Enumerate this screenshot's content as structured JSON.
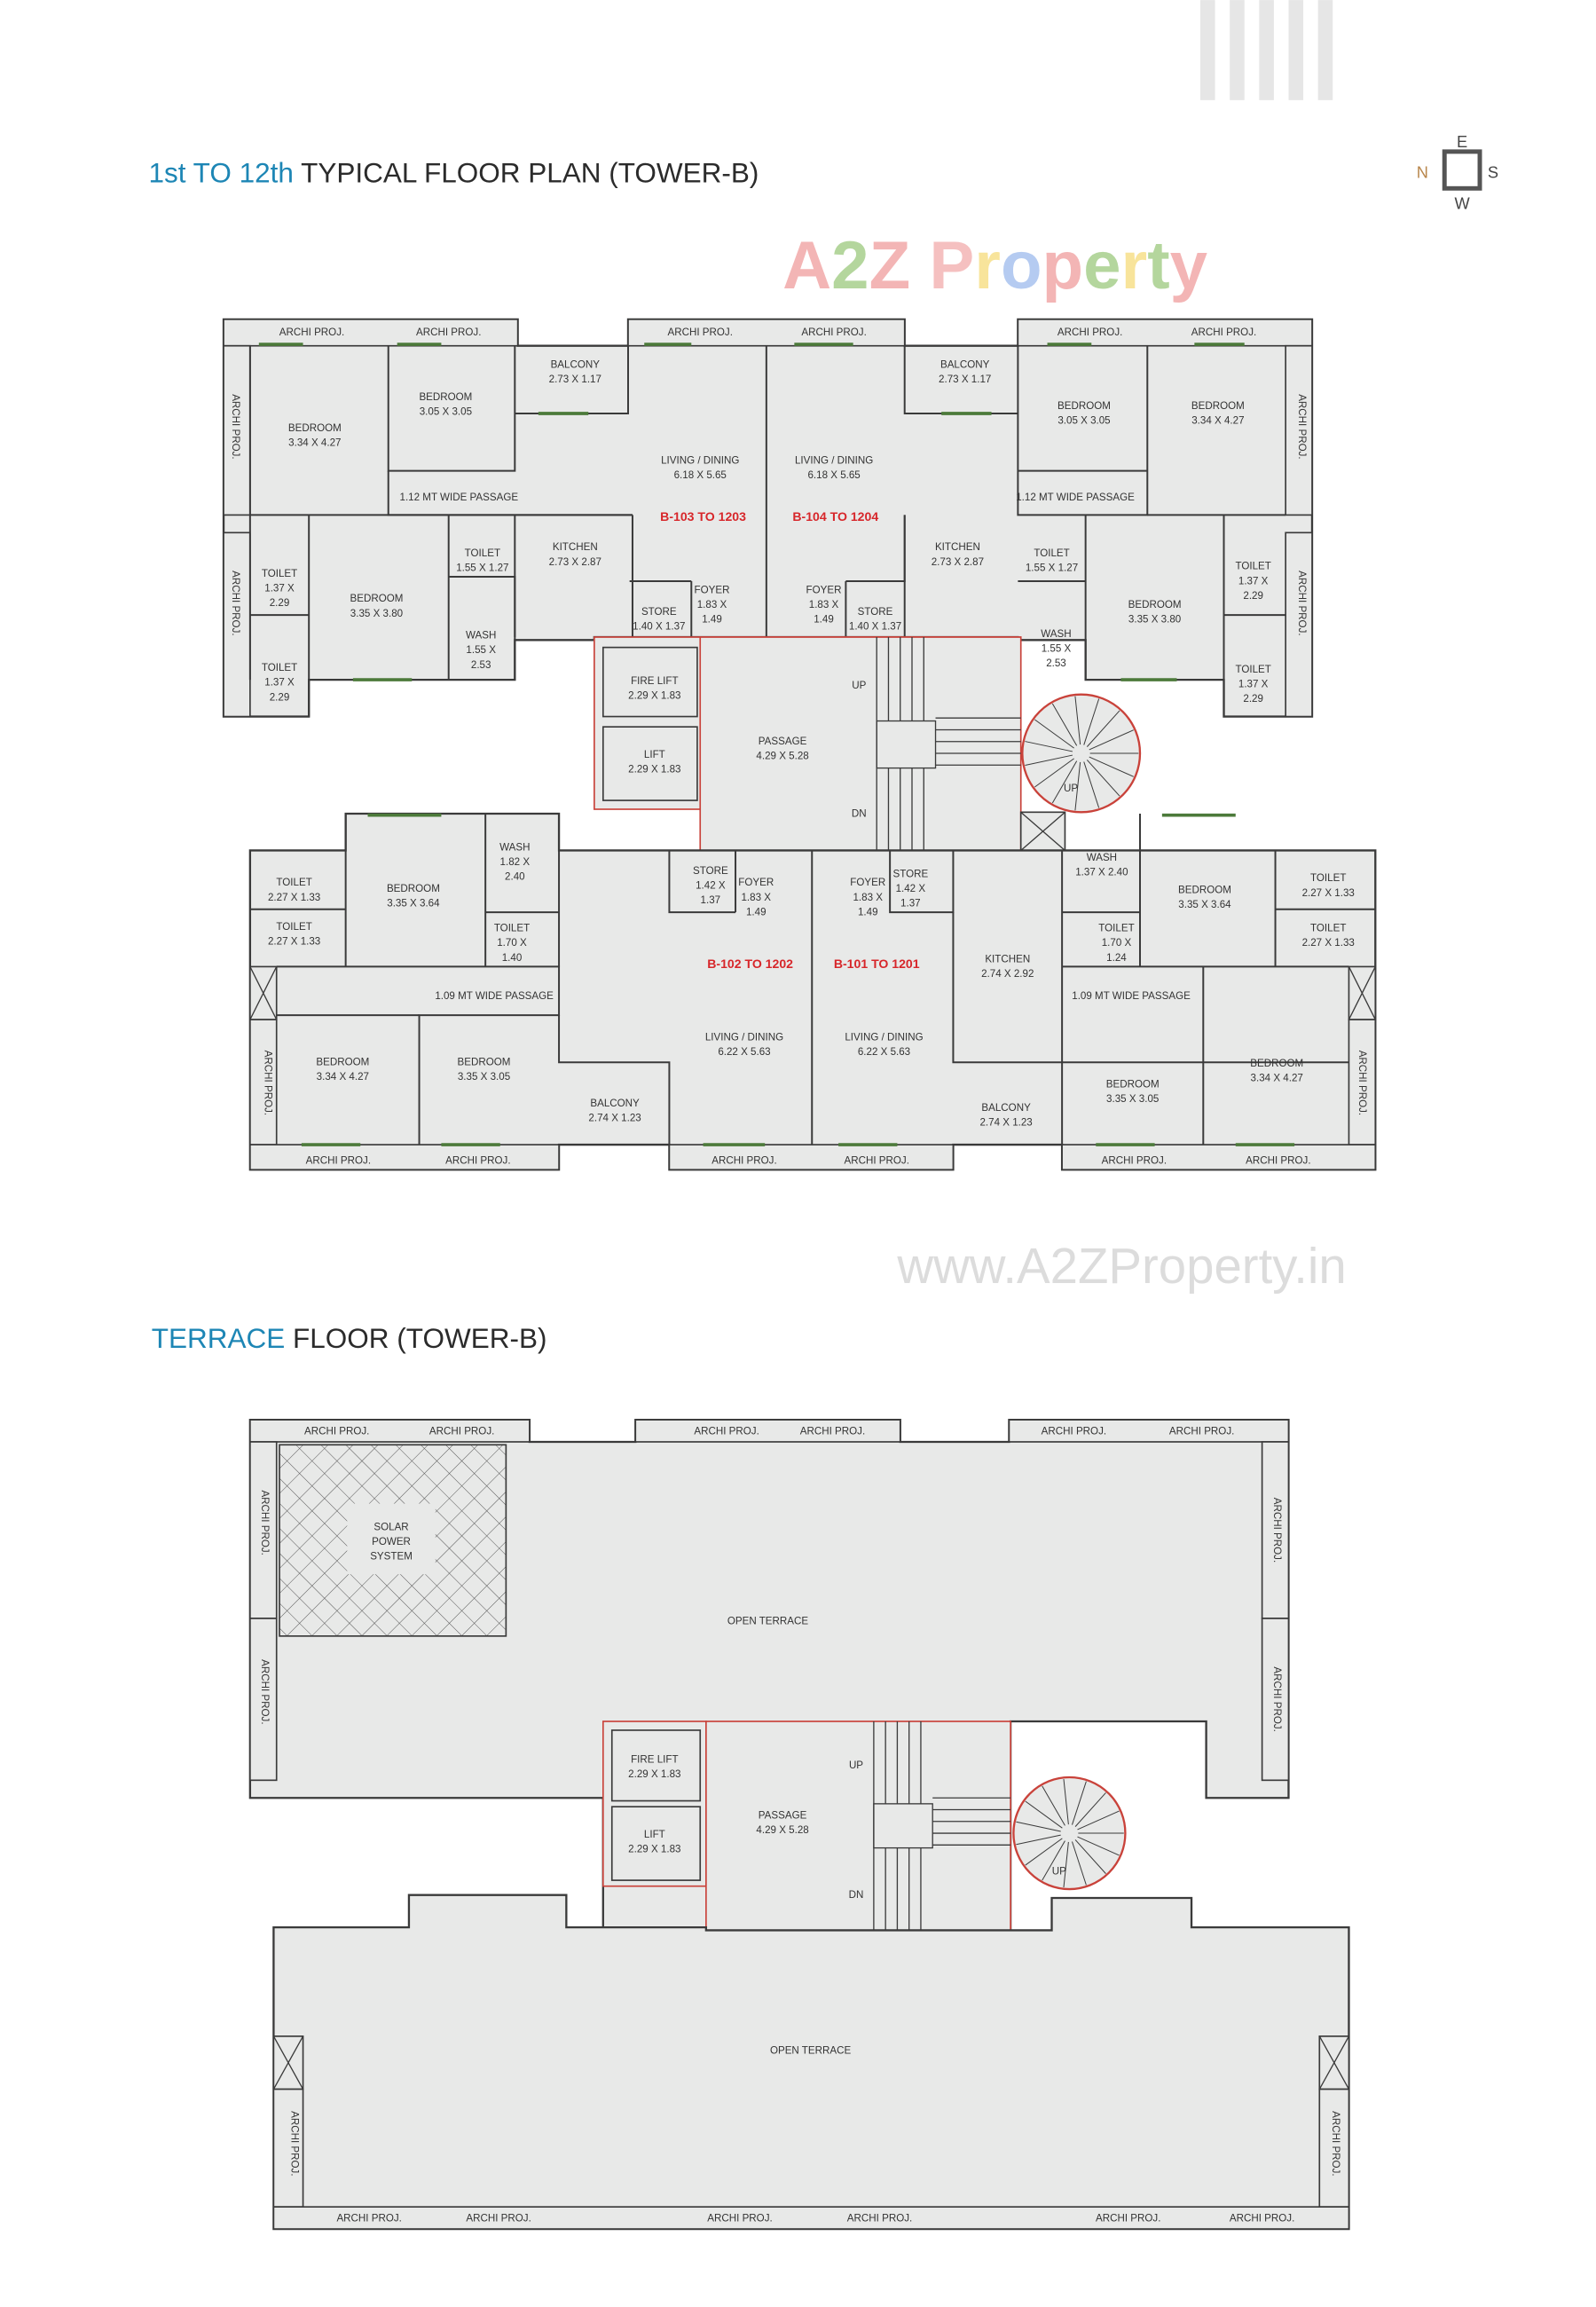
{
  "watermark": {
    "logo": "A2Z Property",
    "url": "www.A2ZProperty.in",
    "logo_colors": [
      "#f2a9a9",
      "#a8d08d",
      "#f2a9a9",
      "#a9c3ef",
      "#f4b6b6",
      "#f7e08a",
      "#a9c3ef",
      "#f2a9a9",
      "#a8d08d",
      "#f7e08a",
      "#a8d08d"
    ]
  },
  "compass": {
    "n": "N",
    "s": "S",
    "e": "E",
    "w": "W",
    "n_color": "#b8864b"
  },
  "accent_color": "#1d86b5",
  "typical": {
    "title_accent": "1st TO 12th",
    "title_rest": " TYPICAL FLOOR PLAN (TOWER-B)",
    "units": [
      "B-103 TO 1203",
      "B-104 TO 1204",
      "B-102 TO 1202",
      "B-101 TO 1201"
    ],
    "rooms": [
      {
        "lines": [
          "ARCHI PROJ."
        ]
      },
      {
        "lines": [
          "ARCHI PROJ."
        ]
      },
      {
        "lines": [
          "ARCHI PROJ."
        ]
      },
      {
        "lines": [
          "ARCHI PROJ."
        ]
      },
      {
        "lines": [
          "ARCHI PROJ."
        ]
      },
      {
        "lines": [
          "ARCHI PROJ."
        ]
      },
      {
        "lines": [
          "ARCHI PROJ."
        ]
      },
      {
        "lines": [
          "ARCHI PROJ."
        ]
      },
      {
        "lines": [
          "ARCHI PROJ."
        ]
      },
      {
        "lines": [
          "ARCHI PROJ."
        ]
      },
      {
        "lines": [
          "BALCONY",
          "2.73 X 1.17"
        ]
      },
      {
        "lines": [
          "BALCONY",
          "2.73 X 1.17"
        ]
      },
      {
        "lines": [
          "BEDROOM",
          "3.05 X 3.05"
        ]
      },
      {
        "lines": [
          "BEDROOM",
          "3.05 X 3.05"
        ]
      },
      {
        "lines": [
          "BEDROOM",
          "3.34 X 4.27"
        ]
      },
      {
        "lines": [
          "BEDROOM",
          "3.34 X 4.27"
        ]
      },
      {
        "lines": [
          "LIVING / DINING",
          "6.18 X 5.65"
        ]
      },
      {
        "lines": [
          "LIVING / DINING",
          "6.18 X 5.65"
        ]
      },
      {
        "lines": [
          "1.12 MT WIDE PASSAGE"
        ]
      },
      {
        "lines": [
          "1.12 MT WIDE PASSAGE"
        ]
      },
      {
        "lines": [
          "KITCHEN",
          "2.73 X 2.87"
        ]
      },
      {
        "lines": [
          "KITCHEN",
          "2.73 X 2.87"
        ]
      },
      {
        "lines": [
          "TOILET",
          "1.55 X 1.27"
        ]
      },
      {
        "lines": [
          "TOILET",
          "1.55 X 1.27"
        ]
      },
      {
        "lines": [
          "TOILET",
          "1.37 X",
          "2.29"
        ]
      },
      {
        "lines": [
          "TOILET",
          "1.37 X",
          "2.29"
        ]
      },
      {
        "lines": [
          "TOILET",
          "1.37 X",
          "2.29"
        ]
      },
      {
        "lines": [
          "TOILET",
          "1.37 X",
          "2.29"
        ]
      },
      {
        "lines": [
          "BEDROOM",
          "3.35 X 3.80"
        ]
      },
      {
        "lines": [
          "BEDROOM",
          "3.35 X 3.80"
        ]
      },
      {
        "lines": [
          "FOYER",
          "1.83 X",
          "1.49"
        ]
      },
      {
        "lines": [
          "FOYER",
          "1.83 X",
          "1.49"
        ]
      },
      {
        "lines": [
          "STORE",
          "1.40 X 1.37"
        ]
      },
      {
        "lines": [
          "STORE",
          "1.40 X 1.37"
        ]
      },
      {
        "lines": [
          "WASH",
          "1.55 X",
          "2.53"
        ]
      },
      {
        "lines": [
          "WASH",
          "1.55 X",
          "2.53"
        ]
      },
      {
        "lines": [
          "FIRE LIFT",
          "2.29 X 1.83"
        ]
      },
      {
        "lines": [
          "LIFT",
          "2.29 X 1.83"
        ]
      },
      {
        "lines": [
          "PASSAGE",
          "4.29 X 5.28"
        ]
      },
      {
        "lines": [
          "UP"
        ]
      },
      {
        "lines": [
          "DN"
        ]
      },
      {
        "lines": [
          "UP"
        ]
      },
      {
        "lines": [
          "WASH",
          "1.82 X",
          "2.40"
        ]
      },
      {
        "lines": [
          "WASH",
          "1.37 X 2.40"
        ]
      },
      {
        "lines": [
          "TOILET",
          "2.27 X 1.33"
        ]
      },
      {
        "lines": [
          "TOILET",
          "2.27 X 1.33"
        ]
      },
      {
        "lines": [
          "TOILET",
          "2.27 X 1.33"
        ]
      },
      {
        "lines": [
          "TOILET",
          "2.27 X 1.33"
        ]
      },
      {
        "lines": [
          "BEDROOM",
          "3.35 X 3.64"
        ]
      },
      {
        "lines": [
          "BEDROOM",
          "3.35 X 3.64"
        ]
      },
      {
        "lines": [
          "STORE",
          "1.42 X",
          "1.37"
        ]
      },
      {
        "lines": [
          "STORE",
          "1.42 X",
          "1.37"
        ]
      },
      {
        "lines": [
          "FOYER",
          "1.83 X",
          "1.49"
        ]
      },
      {
        "lines": [
          "FOYER",
          "1.83 X",
          "1.49"
        ]
      },
      {
        "lines": [
          "TOILET",
          "1.70 X",
          "1.40"
        ]
      },
      {
        "lines": [
          "TOILET",
          "1.70 X",
          "1.24"
        ]
      },
      {
        "lines": [
          "KITCHEN",
          "2.74 X 2.92"
        ]
      },
      {
        "lines": [
          "1.09 MT WIDE PASSAGE"
        ]
      },
      {
        "lines": [
          "1.09 MT WIDE PASSAGE"
        ]
      },
      {
        "lines": [
          "LIVING / DINING",
          "6.22 X 5.63"
        ]
      },
      {
        "lines": [
          "LIVING / DINING",
          "6.22 X 5.63"
        ]
      },
      {
        "lines": [
          "BEDROOM",
          "3.34 X 4.27"
        ]
      },
      {
        "lines": [
          "BEDROOM",
          "3.34 X 4.27"
        ]
      },
      {
        "lines": [
          "BEDROOM",
          "3.35 X 3.05"
        ]
      },
      {
        "lines": [
          "BEDROOM",
          "3.35 X 3.05"
        ]
      },
      {
        "lines": [
          "BALCONY",
          "2.74 X 1.23"
        ]
      },
      {
        "lines": [
          "BALCONY",
          "2.74 X 1.23"
        ]
      },
      {
        "lines": [
          "ARCHI PROJ."
        ]
      },
      {
        "lines": [
          "ARCHI PROJ."
        ]
      },
      {
        "lines": [
          "ARCHI PROJ."
        ]
      },
      {
        "lines": [
          "ARCHI PROJ."
        ]
      },
      {
        "lines": [
          "ARCHI PROJ."
        ]
      },
      {
        "lines": [
          "ARCHI PROJ."
        ]
      },
      {
        "lines": [
          "ARCHI PROJ."
        ]
      },
      {
        "lines": [
          "ARCHI PROJ."
        ]
      }
    ]
  },
  "terrace": {
    "title_accent": "TERRACE",
    "title_rest": " FLOOR (TOWER-B)",
    "rooms": [
      {
        "lines": [
          "ARCHI PROJ."
        ]
      },
      {
        "lines": [
          "ARCHI PROJ."
        ]
      },
      {
        "lines": [
          "ARCHI PROJ."
        ]
      },
      {
        "lines": [
          "ARCHI PROJ."
        ]
      },
      {
        "lines": [
          "ARCHI PROJ."
        ]
      },
      {
        "lines": [
          "ARCHI PROJ."
        ]
      },
      {
        "lines": [
          "ARCHI PROJ."
        ]
      },
      {
        "lines": [
          "ARCHI PROJ."
        ]
      },
      {
        "lines": [
          "ARCHI PROJ."
        ]
      },
      {
        "lines": [
          "ARCHI PROJ."
        ]
      },
      {
        "lines": [
          "SOLAR",
          "POWER",
          "SYSTEM"
        ]
      },
      {
        "lines": [
          "OPEN TERRACE"
        ]
      },
      {
        "lines": [
          "OPEN TERRACE"
        ]
      },
      {
        "lines": [
          "FIRE LIFT",
          "2.29 X 1.83"
        ]
      },
      {
        "lines": [
          "LIFT",
          "2.29 X 1.83"
        ]
      },
      {
        "lines": [
          "PASSAGE",
          "4.29 X 5.28"
        ]
      },
      {
        "lines": [
          "UP"
        ]
      },
      {
        "lines": [
          "DN"
        ]
      },
      {
        "lines": [
          "UP"
        ]
      },
      {
        "lines": [
          "ARCHI PROJ."
        ]
      },
      {
        "lines": [
          "ARCHI PROJ."
        ]
      },
      {
        "lines": [
          "ARCHI PROJ."
        ]
      },
      {
        "lines": [
          "ARCHI PROJ."
        ]
      },
      {
        "lines": [
          "ARCHI PROJ."
        ]
      },
      {
        "lines": [
          "ARCHI PROJ."
        ]
      },
      {
        "lines": [
          "ARCHI PROJ."
        ]
      },
      {
        "lines": [
          "ARCHI PROJ."
        ]
      }
    ]
  }
}
